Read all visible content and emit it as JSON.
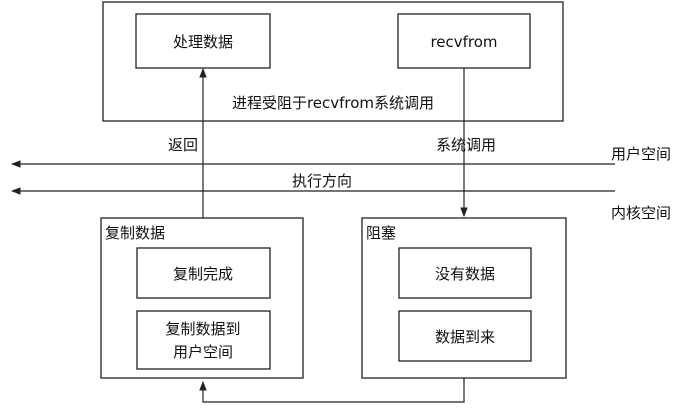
{
  "top_box": {
    "caption": "进程受阻于recvfrom系统调用",
    "process_data": "处理数据",
    "recvfrom": "recvfrom"
  },
  "arrow_labels": {
    "return": "返回",
    "syscall": "系统调用",
    "exec_direction": "执行方向"
  },
  "regions": {
    "user_space": "用户空间",
    "kernel_space": "内核空间"
  },
  "copy_box": {
    "title": "复制数据",
    "copy_done": "复制完成",
    "copy_to_user_line1": "复制数据到",
    "copy_to_user_line2": "用户空间"
  },
  "block_box": {
    "title": "阻塞",
    "no_data": "没有数据",
    "data_arrived": "数据到来"
  },
  "colors": {
    "stroke": "#222222",
    "text": "#111111",
    "background": "#ffffff"
  }
}
